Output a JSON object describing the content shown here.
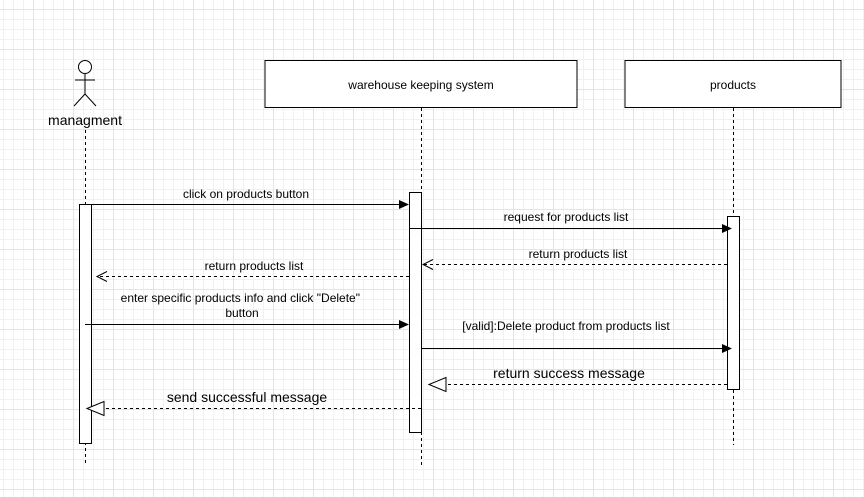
{
  "actor": {
    "label": "managment"
  },
  "participants": [
    {
      "label": "warehouse keeping system"
    },
    {
      "label": "products"
    }
  ],
  "messages": [
    {
      "label": "click on products button",
      "kind": "sync"
    },
    {
      "label": "request for products list",
      "kind": "sync"
    },
    {
      "label": "return products list",
      "kind": "return"
    },
    {
      "label": "return products list",
      "kind": "return"
    },
    {
      "label_line1": "enter specific products info and click \"Delete\"",
      "label_line2": "button",
      "kind": "sync"
    },
    {
      "label": "[valid]:Delete product from products list",
      "kind": "sync"
    },
    {
      "label": "return success message",
      "kind": "return"
    },
    {
      "label": "send successful message",
      "kind": "return"
    }
  ]
}
